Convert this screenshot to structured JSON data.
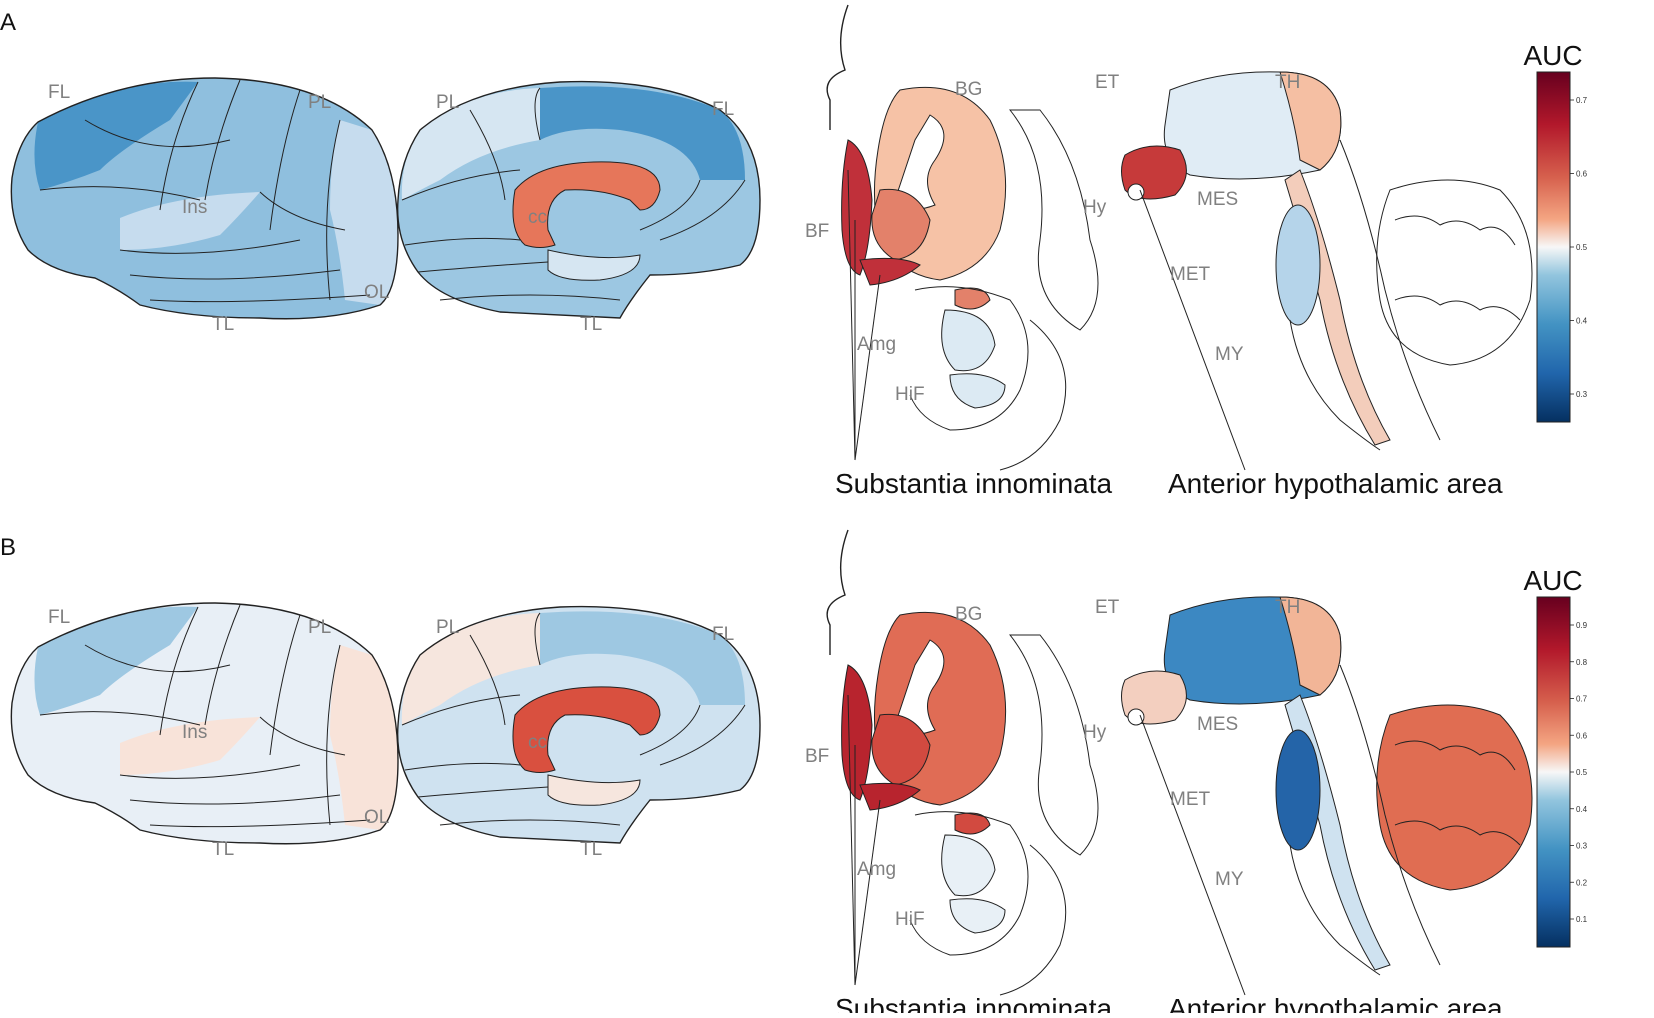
{
  "panels": [
    {
      "letter": "A",
      "lateral_labels": {
        "fl": "FL",
        "pl": "PL",
        "ins": "Ins",
        "ol": "OL",
        "tl": "TL"
      },
      "medial_labels": {
        "pl": "PL",
        "fl": "FL",
        "cc": "cc",
        "tl": "TL"
      },
      "coronal_labels": {
        "bg": "BG",
        "bf": "BF",
        "amg": "Amg",
        "hif": "HiF"
      },
      "sagittal_labels": {
        "et": "ET",
        "th": "TH",
        "hy": "Hy",
        "mes": "MES",
        "met": "MET",
        "my": "MY"
      },
      "coronal_caption": "Substantia innominata",
      "sagittal_caption": "Anterior hypothalamic area",
      "colorbar": {
        "title": "AUC",
        "ticks": [
          "0.7",
          "0.6",
          "0.5",
          "0.4",
          "0.3"
        ]
      },
      "palette": {
        "lateral_main": "#8fbfde",
        "lateral_dark": "#4a95c8",
        "lateral_light": "#c6dcee",
        "medial_main": "#9cc7e2",
        "medial_dark": "#4a95c8",
        "medial_light": "#d6e6f2",
        "cc": "#e6765a",
        "coronal_bg": "#f6c2a6",
        "coronal_red": "#c0303a",
        "coronal_mid": "#e3816a",
        "coronal_light": "#dceaf3",
        "sag_et": "#e0ecf5",
        "sag_th": "#f5bfa3",
        "sag_hy": "#c63a3a",
        "sag_met": "#b5d4ea",
        "sag_stem": "#f3cdbb",
        "sag_cb": "#ffffff"
      }
    },
    {
      "letter": "B",
      "lateral_labels": {
        "fl": "FL",
        "pl": "PL",
        "ins": "Ins",
        "ol": "OL",
        "tl": "TL"
      },
      "medial_labels": {
        "pl": "PL",
        "fl": "FL",
        "cc": "cc",
        "tl": "TL"
      },
      "coronal_labels": {
        "bg": "BG",
        "bf": "BF",
        "amg": "Amg",
        "hif": "HiF"
      },
      "sagittal_labels": {
        "et": "ET",
        "th": "TH",
        "hy": "Hy",
        "mes": "MES",
        "met": "MET",
        "my": "MY"
      },
      "coronal_caption": "Substantia innominata",
      "sagittal_caption": "Anterior hypothalamic area",
      "colorbar": {
        "title": "AUC",
        "ticks": [
          "0.9",
          "0.8",
          "0.7",
          "0.6",
          "0.5",
          "0.4",
          "0.3",
          "0.2",
          "0.1"
        ]
      },
      "palette": {
        "lateral_main": "#e8eff6",
        "lateral_dark": "#9ec8e2",
        "lateral_light": "#f8e3d9",
        "medial_main": "#cfe2f0",
        "medial_dark": "#9ec8e2",
        "medial_light": "#f6e6de",
        "cc": "#d9503f",
        "coronal_bg": "#e06c55",
        "coronal_red": "#b8242e",
        "coronal_mid": "#d24a40",
        "coronal_light": "#e8f0f6",
        "sag_et": "#3c88c2",
        "sag_th": "#f2b597",
        "sag_hy": "#f3cfbf",
        "sag_met": "#2464a8",
        "sag_stem": "#cfe2f0",
        "sag_cb": "#e06d52"
      }
    }
  ]
}
